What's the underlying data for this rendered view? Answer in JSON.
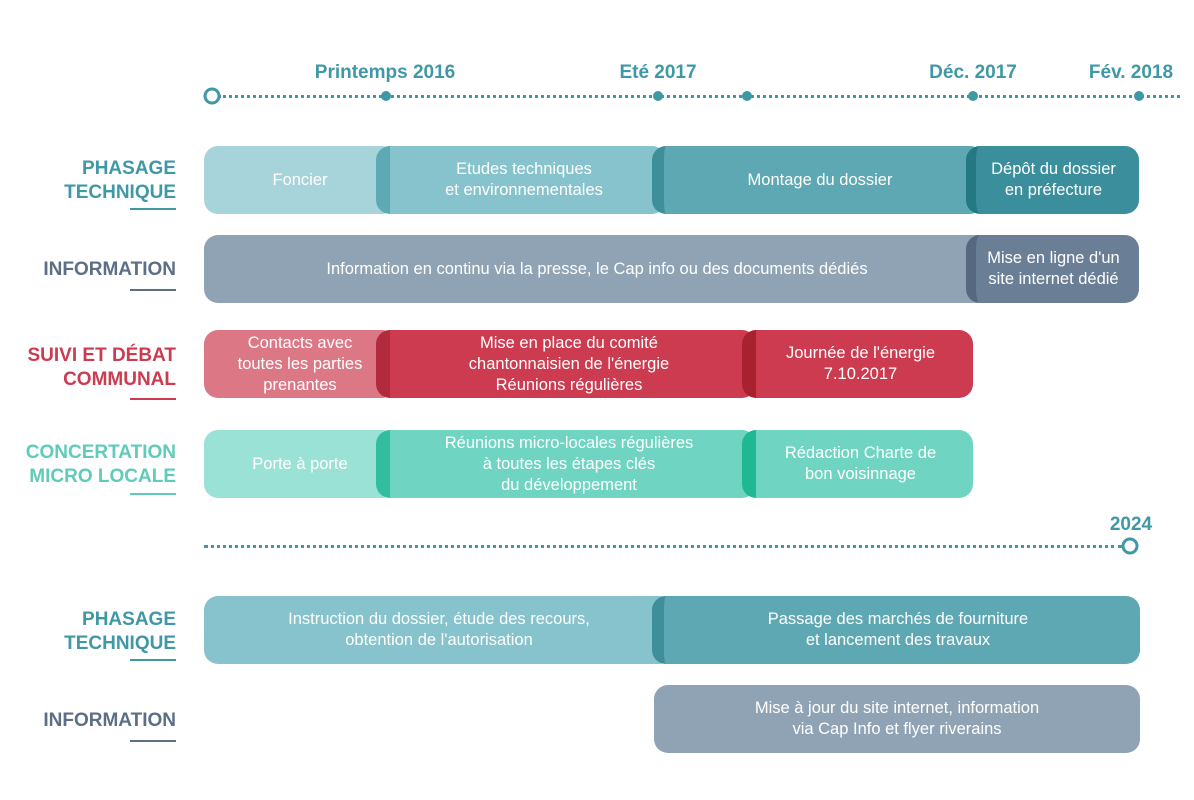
{
  "timeline_top": {
    "labels": [
      "Printemps 2016",
      "Eté 2017",
      "Déc. 2017",
      "Fév. 2018"
    ]
  },
  "timeline_bottom": {
    "label": "2024"
  },
  "rows": {
    "phasage1": "PHASAGE\nTECHNIQUE",
    "information1": "INFORMATION",
    "suivi": "SUIVI ET DÉBAT\nCOMMUNAL",
    "concertation": "CONCERTATION\nMICRO LOCALE",
    "phasage2": "PHASAGE\nTECHNIQUE",
    "information2": "INFORMATION"
  },
  "bars": {
    "foncier": "Foncier",
    "etudes": "Etudes techniques\net environnementales",
    "montage": "Montage du dossier",
    "depot": "Dépôt du dossier\nen préfecture",
    "info_continu": "Information en continu via la presse, le Cap info ou des documents dédiés",
    "mise_en_ligne": "Mise en ligne d'un\nsite internet dédié",
    "contacts": "Contacts avec\ntoutes les parties\nprenantes",
    "comite": "Mise en place du comité\nchantonnaisien de l'énergie\nRéunions régulières",
    "journee": "Journée de l'énergie\n7.10.2017",
    "porte": "Porte à porte",
    "reunions_micro": "Réunions micro-locales régulières\nà toutes les étapes clés\ndu développement",
    "charte": "Rédaction Charte de\nbon voisinnage",
    "instruction": "Instruction du dossier, étude des recours,\nobtention de l'autorisation",
    "marches": "Passage des marchés de fourniture\net lancement des travaux",
    "mise_a_jour": "Mise à jour du site internet, information\nvia Cap Info et flyer riverains"
  },
  "colors": {
    "teal_dark": "#3f98a5",
    "slate": "#8fa3b4",
    "red": "#cc3b4f",
    "mint": "#6fd5c2"
  }
}
